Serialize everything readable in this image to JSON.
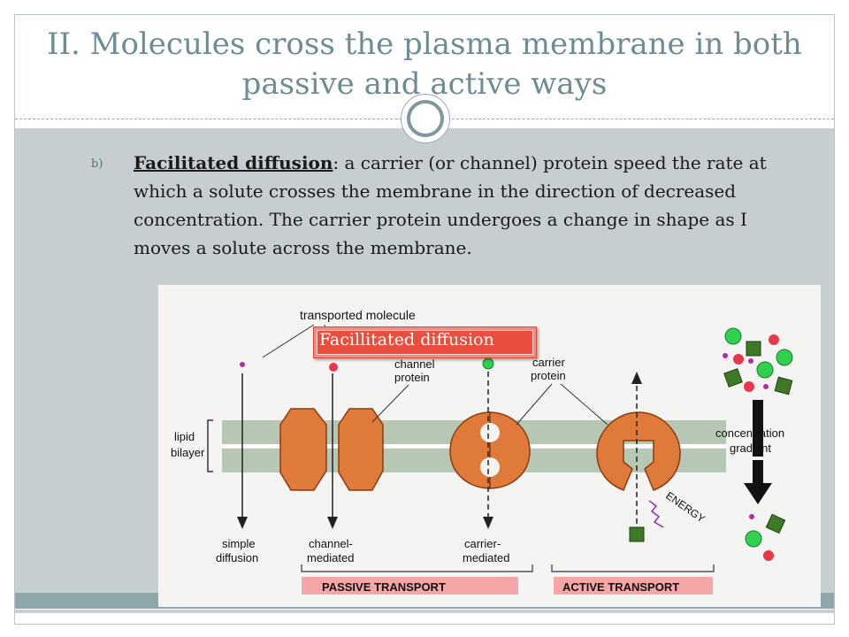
{
  "slide": {
    "title": "II. Molecules cross the plasma membrane in both passive and active ways",
    "bullet_marker": "b)",
    "bullet_term": "Facilitated diffusion",
    "bullet_text": ": a carrier (or channel) protein speed the rate at which a solute crosses the membrane in the direction of decreased concentration.  The carrier protein undergoes a change in shape as I moves a solute across the membrane.",
    "callout_label": "Facillitated diffusion"
  },
  "figure": {
    "transported_molecule": "transported molecule",
    "channel_protein_1": "channel",
    "channel_protein_2": "protein",
    "carrier_protein_1": "carrier",
    "carrier_protein_2": "protein",
    "lipid": "lipid",
    "bilayer": "bilayer",
    "simple_1": "simple",
    "simple_2": "diffusion",
    "channel_1": "channel-",
    "channel_2": "mediated",
    "carrier_1": "carrier-",
    "carrier_2": "mediated",
    "energy": "ENERGY",
    "concentration_1": "concentration",
    "concentration_2": "gradient",
    "passive": "PASSIVE TRANSPORT",
    "active": "ACTIVE TRANSPORT"
  },
  "colors": {
    "title": "#6e8c94",
    "body_background": "#c6ced2",
    "protein_orange": "#e07a3a",
    "membrane_green": "#b6c7b4",
    "molecule_green": "#2fd14f",
    "molecule_red": "#e8364a",
    "molecule_purple": "#b42aa0",
    "square_green": "#3e7a26",
    "transport_label_pink": "#f5a6a6"
  }
}
